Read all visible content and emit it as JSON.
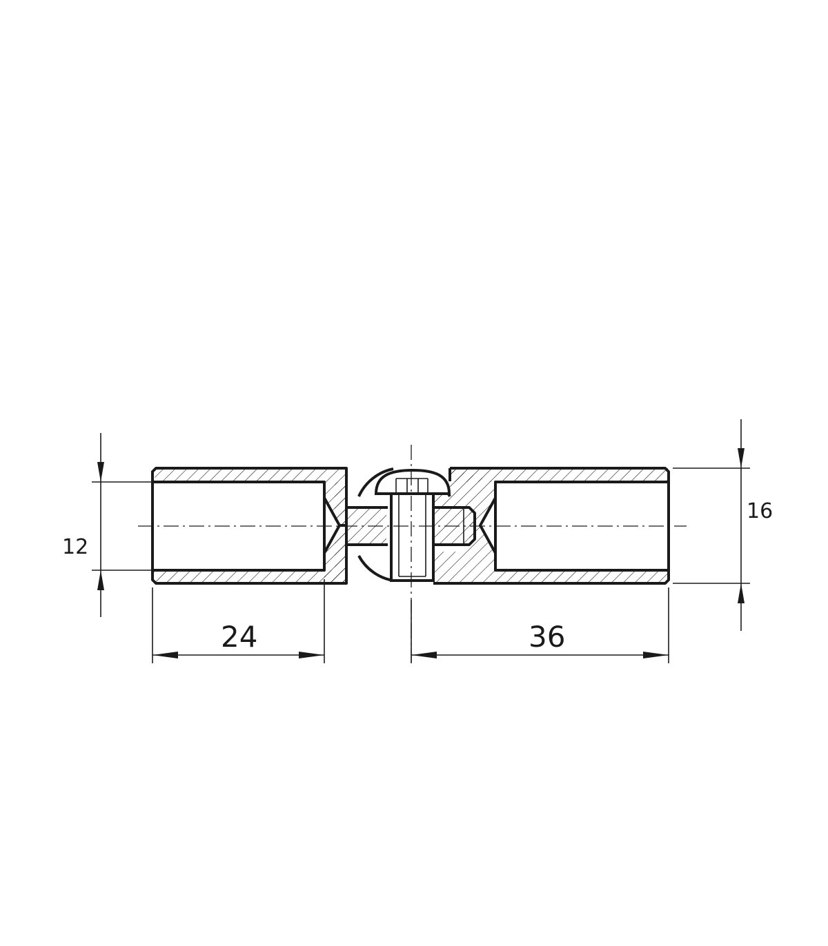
{
  "dimensions": {
    "inner_diameter": "12",
    "outer_diameter": "16",
    "left_length": "24",
    "right_length": "36"
  }
}
